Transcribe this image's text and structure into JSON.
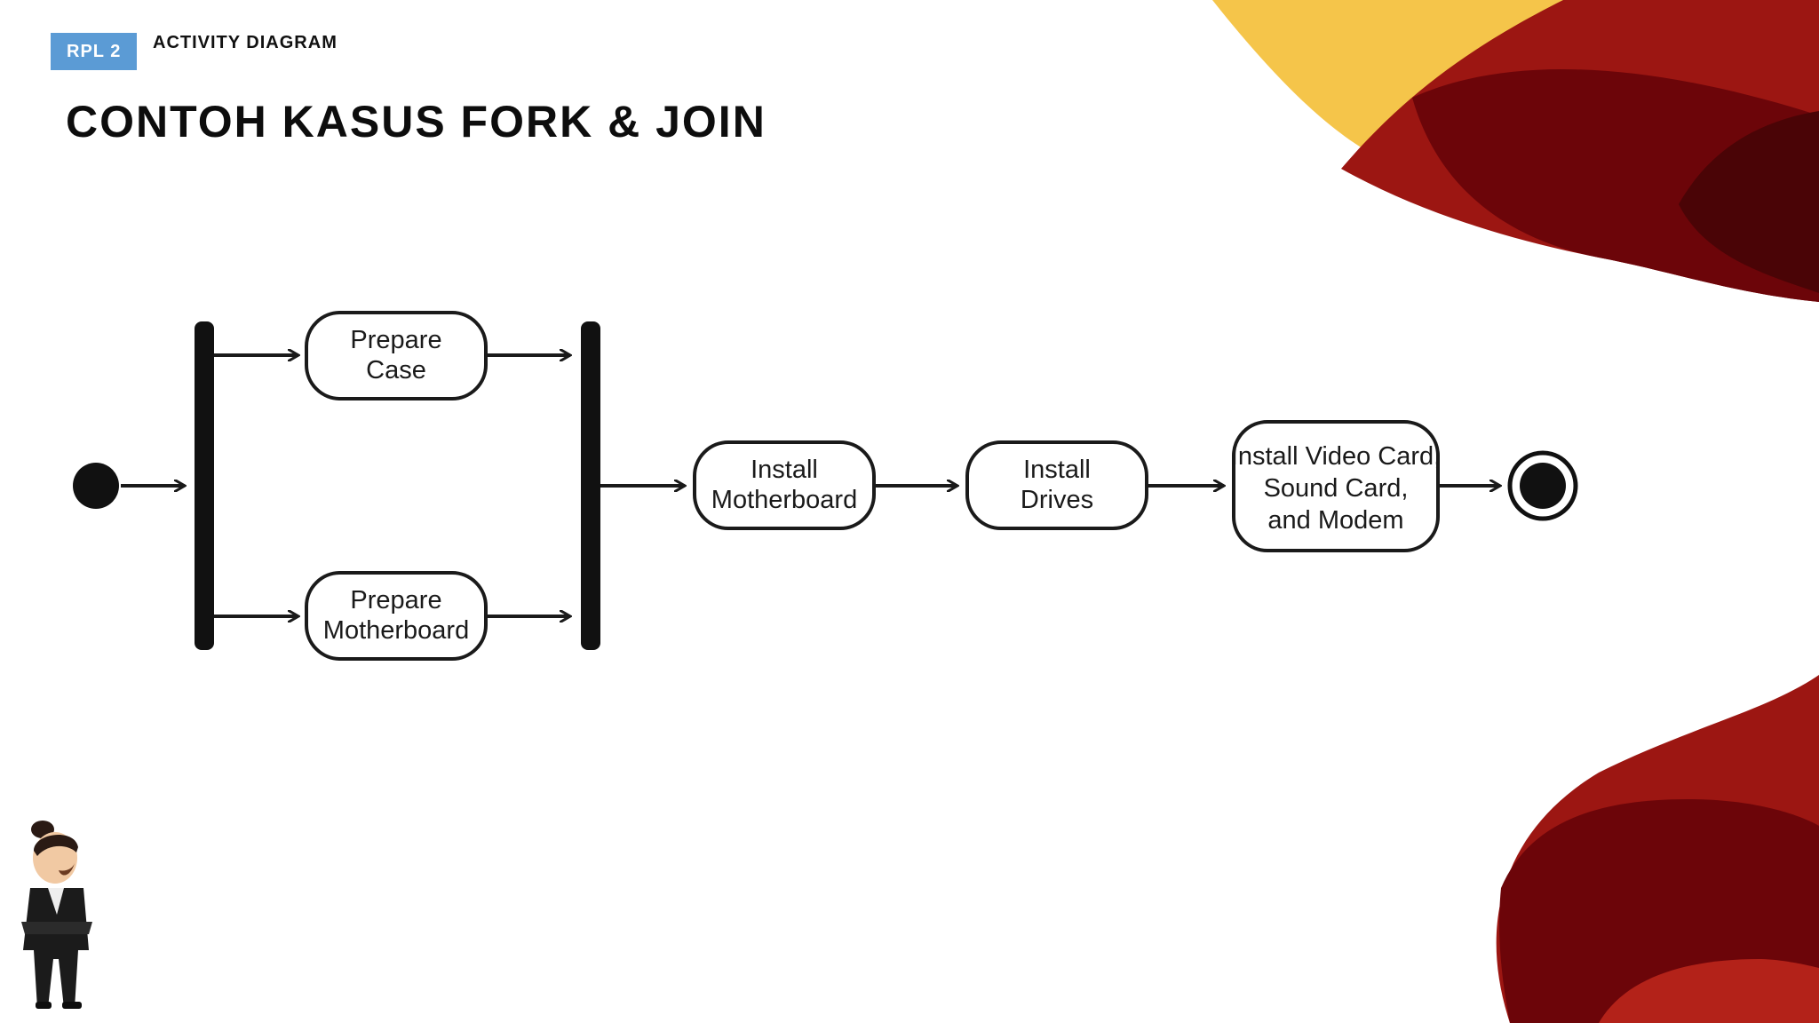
{
  "header": {
    "badge": "RPL 2",
    "section": "ACTIVITY DIAGRAM",
    "title": "CONTOH KASUS FORK & JOIN"
  },
  "diagram": {
    "nodes": {
      "prepare_case": [
        "Prepare",
        "Case"
      ],
      "prepare_motherboard": [
        "Prepare",
        "Motherboard"
      ],
      "install_motherboard": [
        "Install",
        "Motherboard"
      ],
      "install_drives": [
        "Install",
        "Drives"
      ],
      "install_cards": [
        "Install Video Card,",
        "Sound Card,",
        "and Modem"
      ]
    }
  },
  "colors": {
    "badge": "#5b9bd5",
    "accent_yellow": "#f5c54a",
    "accent_red": "#9c1612",
    "accent_dark": "#5e0508"
  }
}
